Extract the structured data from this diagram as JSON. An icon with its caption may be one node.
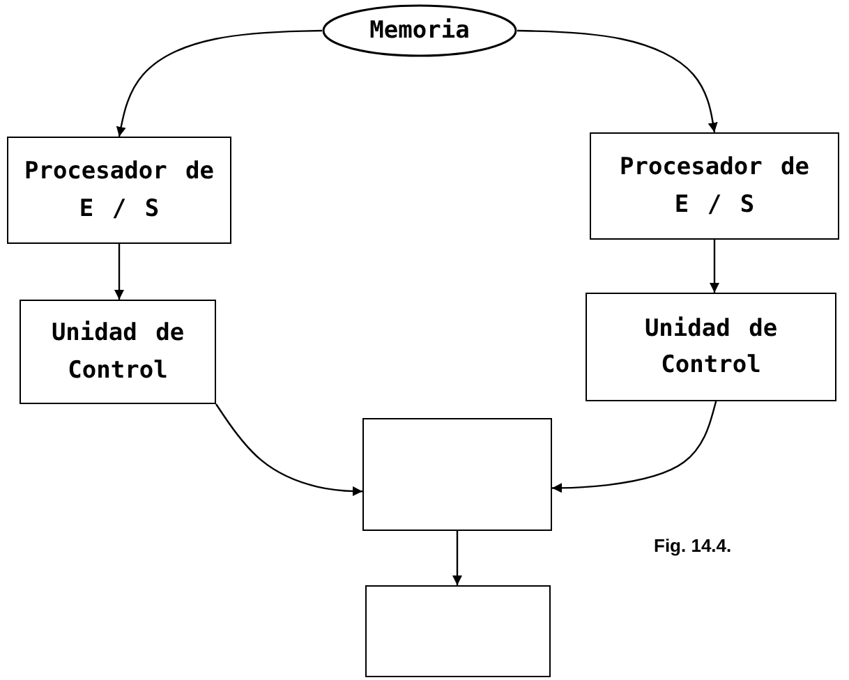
{
  "diagram": {
    "nodes": [
      {
        "text": [
          "Memoria"
        ]
      },
      {
        "text": [
          "Procesador de E / S"
        ]
      },
      {
        "text": [
          "Procesador de E / S"
        ]
      },
      {
        "text": [
          "Unidad de Control"
        ]
      },
      {
        "text": [
          "Unidad de Control"
        ]
      },
      {
        "text": [],
        "shape": "box"
      },
      {
        "text": [],
        "shape": "box"
      }
    ],
    "edges": [
      {
        "from": 0,
        "to": 1,
        "arrow": "to"
      },
      {
        "from": 0,
        "to": 2,
        "arrow": "to"
      },
      {
        "from": 1,
        "to": 3,
        "arrow": "to"
      },
      {
        "from": 2,
        "to": 4,
        "arrow": "to"
      },
      {
        "from": 3,
        "to": 5,
        "arrow": "to"
      },
      {
        "from": 4,
        "to": 5,
        "arrow": "to"
      },
      {
        "from": 5,
        "to": 6,
        "arrow": "to"
      }
    ],
    "labels": [
      "Fig. 14.4."
    ]
  }
}
